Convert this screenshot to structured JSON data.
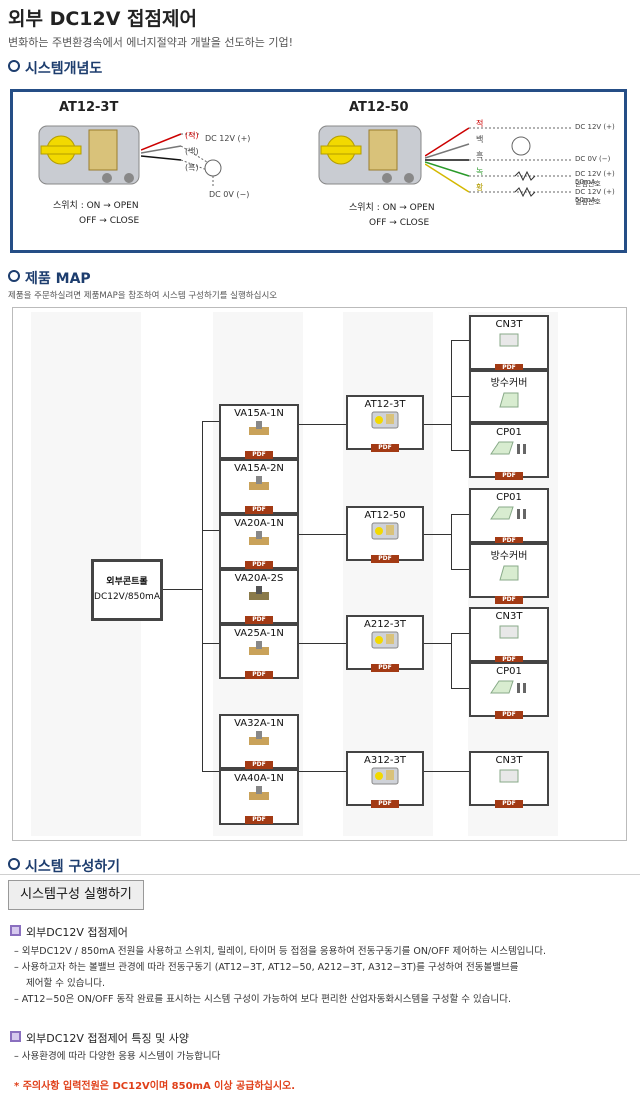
{
  "header": {
    "title": "외부 DC12V 접점제어",
    "subtitle": "변화하는 주변환경속에서 에너지절약과 개발을 선도하는 기업!"
  },
  "concept": {
    "heading": "시스템개념도",
    "left": {
      "model": "AT12-3T",
      "wire_red": "(적)",
      "wire_white": "(백)",
      "wire_black": "(흑)",
      "dc_plus": "DC 12V (+)",
      "dc_minus": "DC 0V (−)",
      "switch_line1": "스위치 : ON  →  OPEN",
      "switch_line2": "OFF  →  CLOSE"
    },
    "right": {
      "model": "AT12-50",
      "wire_red": "적",
      "wire_white": "백",
      "wire_black": "흑",
      "wire_green": "녹",
      "wire_yellow": "황",
      "dc_plus": "DC 12V (+)",
      "dc_minus": "DC 0V (−)",
      "signal1_a": "DC 12V (+) 50mA",
      "signal1_b": "닫힘신호",
      "signal2_a": "DC 12V (+) 50mA",
      "signal2_b": "열림신호",
      "switch_line1": "스위치 : ON  →  OPEN",
      "switch_line2": "OFF  →  CLOSE"
    }
  },
  "map": {
    "heading": "제품 MAP",
    "desc": "제품을 주문하실려면 제품MAP을 참조하여 시스템 구성하기를 실행하십시오",
    "pdf_label": "PDF",
    "controller": {
      "line1": "외부콘트롤",
      "line2": "DC12V/850mA"
    },
    "valves": [
      "VA15A-1N",
      "VA15A-2N",
      "VA20A-1N",
      "VA20A-2S",
      "VA25A-1N",
      "VA32A-1N",
      "VA40A-1N"
    ],
    "actuators": [
      "AT12-3T",
      "AT12-50",
      "A212-3T",
      "A312-3T"
    ],
    "accessories": [
      "CN3T",
      "방수커버",
      "CP01",
      "CP01",
      "방수커버",
      "CN3T",
      "CP01",
      "CN3T"
    ]
  },
  "system": {
    "heading": "시스템 구성하기",
    "button": "시스템구성 실행하기",
    "item1_title": "외부DC12V 접점제어",
    "item1_lines": [
      "– 외부DC12V / 850mA 전원을 사용하고 스위치, 릴레이, 타이머 등 접점을 응용하여 전동구동기를 ON/OFF 제어하는 시스템입니다.",
      "– 사용하고자 하는 볼밸브 관경에 따라 전동구동기 (AT12−3T, AT12−50, A212−3T, A312−3T)를 구성하여 전동볼밸브를",
      "제어할 수 있습니다.",
      "– AT12−50은 ON/OFF 동작 완료를 표시하는 시스템 구성이 가능하여 보다 편리한 산업자동화시스템을 구성할 수 있습니다."
    ],
    "item2_title": "외부DC12V 접점제어 특징 및 사양",
    "item2_line": "– 사용환경에 따라 다양한 응용 시스템이 가능합니다",
    "warning": "* 주의사항   입력전원은 DC12V이며 850mA 이상 공급하십시오."
  }
}
